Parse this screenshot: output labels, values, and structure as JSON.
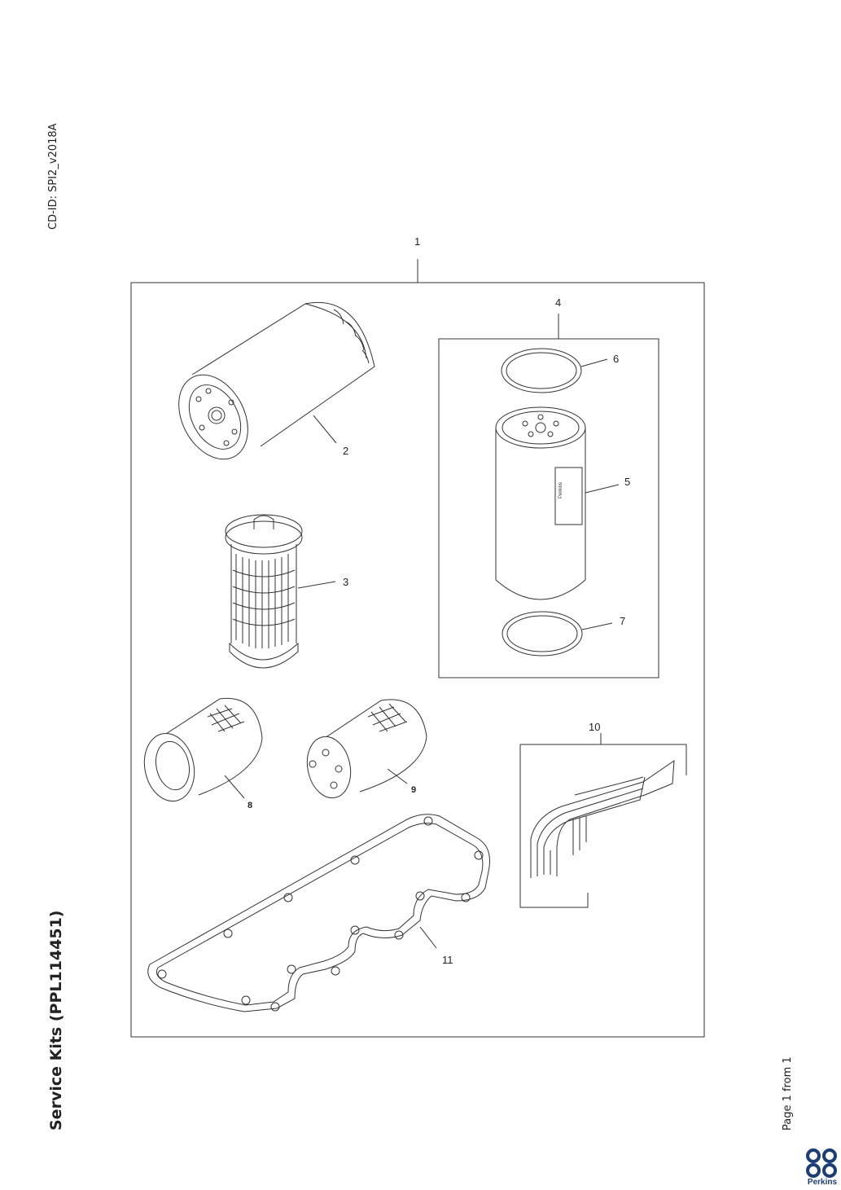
{
  "header": {
    "cd_id": "CD-ID: SPI2_v2018A"
  },
  "document": {
    "title": "Service Kits (PPL114451)"
  },
  "footer": {
    "page_indicator": "Page 1 from 1",
    "brand": "Perkins"
  },
  "illustration": {
    "label_text": "Perkins",
    "callouts": [
      "1",
      "2",
      "3",
      "4",
      "5",
      "6",
      "7",
      "8",
      "9",
      "10",
      "11"
    ]
  },
  "colors": {
    "brand": "#1a3e7a",
    "line": "#333333"
  }
}
